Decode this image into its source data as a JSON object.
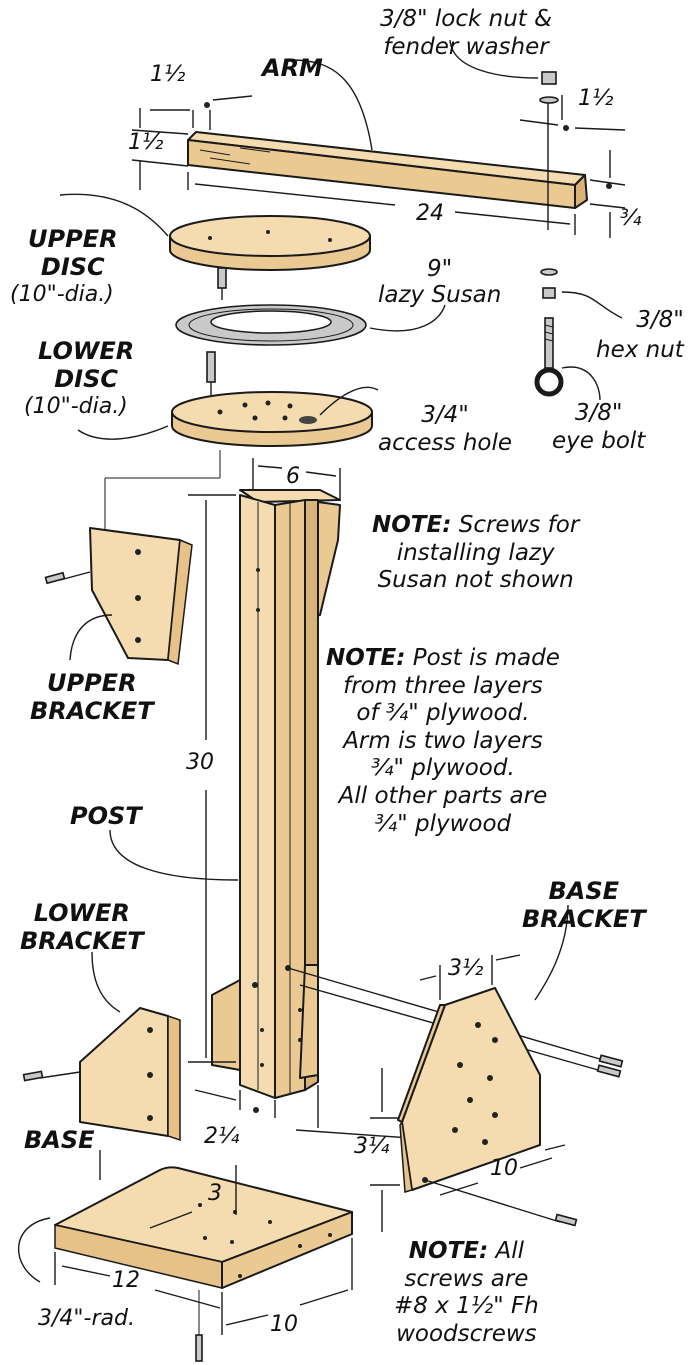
{
  "parts": {
    "arm": "ARM",
    "upper_disc": "UPPER\nDISC",
    "upper_disc_dia": "(10\"-dia.)",
    "lower_disc": "LOWER\nDISC",
    "lower_disc_dia": "(10\"-dia.)",
    "upper_bracket": "UPPER\nBRACKET",
    "post": "POST",
    "lower_bracket": "LOWER\nBRACKET",
    "base_bracket": "BASE\nBRACKET",
    "base": "BASE"
  },
  "hardware": {
    "lock_nut": "3/8\" lock nut &\nfender washer",
    "lazy_susan": "9\"\nlazy Susan",
    "hex_nut": "3/8\"\nhex nut",
    "eye_bolt": "3/8\"\neye bolt",
    "access_hole": "3/4\"\naccess hole",
    "radius": "3/4\"-rad."
  },
  "dimensions": {
    "arm_width_top": "1½",
    "arm_height": "1½",
    "arm_right_width": "1½",
    "arm_length": "24",
    "arm_end_thk": "¾",
    "post_width": "6",
    "post_height": "30",
    "post_offset": "2¼",
    "base_bracket_top": "3½",
    "base_bracket_height": "3¼",
    "base_bracket_length": "10",
    "base_depth": "3",
    "base_length": "12",
    "base_width": "10"
  },
  "notes": {
    "note1_head": "NOTE:",
    "note1_body": "Screws for\ninstalling lazy\nSusan not shown",
    "note2_head": "NOTE:",
    "note2_body": "Post is made\nfrom three layers\nof ¾\" plywood.\nArm is two layers\n¾\" plywood.\nAll other parts are\n¾\" plywood",
    "note3_head": "NOTE:",
    "note3_body": "All\nscrews are\n#8 x 1½\" Fh\nwoodscrews"
  }
}
